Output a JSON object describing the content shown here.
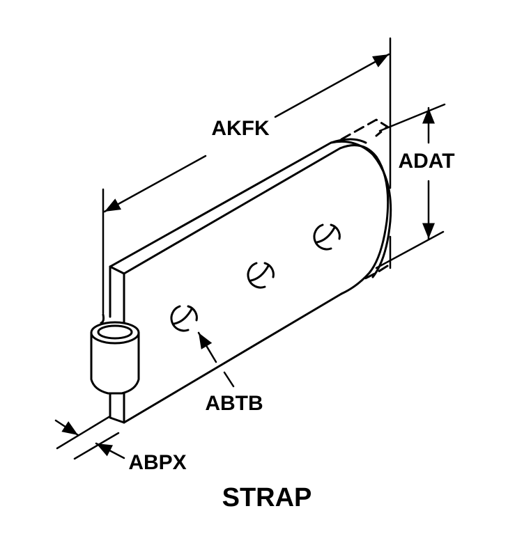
{
  "title": "STRAP",
  "dimensions": {
    "length": "AKFK",
    "width": "ADAT",
    "hole": "ABTB",
    "thickness": "ABPX"
  },
  "colors": {
    "line": "#000000",
    "background": "#ffffff"
  }
}
